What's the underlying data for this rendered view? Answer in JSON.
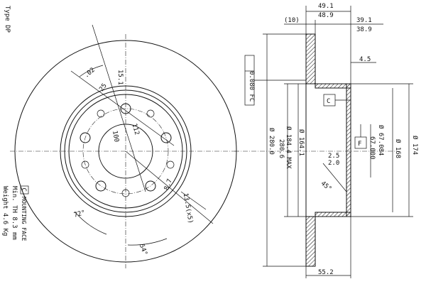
{
  "side_note": {
    "type_label": "Type DP",
    "legend_letter": "C",
    "legend_text": "MOUNTING FACE",
    "min_th": "Min. TH 8.3 mm",
    "weight": "Weight 4.6 Kg"
  },
  "front_view": {
    "labels": {
      "angle_02": ".02",
      "angle_25": "25",
      "hole_tol": "15.1",
      "dim_100": "100",
      "dim_112": "112",
      "dim_87": "8.7",
      "dim_135": "13.5(x5)",
      "angle_72": "72°",
      "angle_54": "54°"
    }
  },
  "side_view": {
    "labels": {
      "dim_10": "(10)",
      "dim_49_1": "49.1",
      "dim_48_9": "48.9",
      "dim_39_1": "39.1",
      "dim_38_9": "38.9",
      "dim_4_5": "4.5",
      "flatness": "0.080 FC",
      "dia_280": "Ø 280.0",
      "dia_280_6": "280.6",
      "dia_184_4": "Ø 184.4 MAX",
      "dia_164_1": "Ø 164.1",
      "dim_2_5": "2.5",
      "dim_2_0": "2.0",
      "angle_45": "45°",
      "dia_67": "Ø 67.084",
      "dia_67b": "67.000",
      "dia_168": "Ø 168",
      "dia_174": "Ø 174",
      "box_c": "C",
      "box_f": "F",
      "dim_55_2": "55.2"
    }
  }
}
